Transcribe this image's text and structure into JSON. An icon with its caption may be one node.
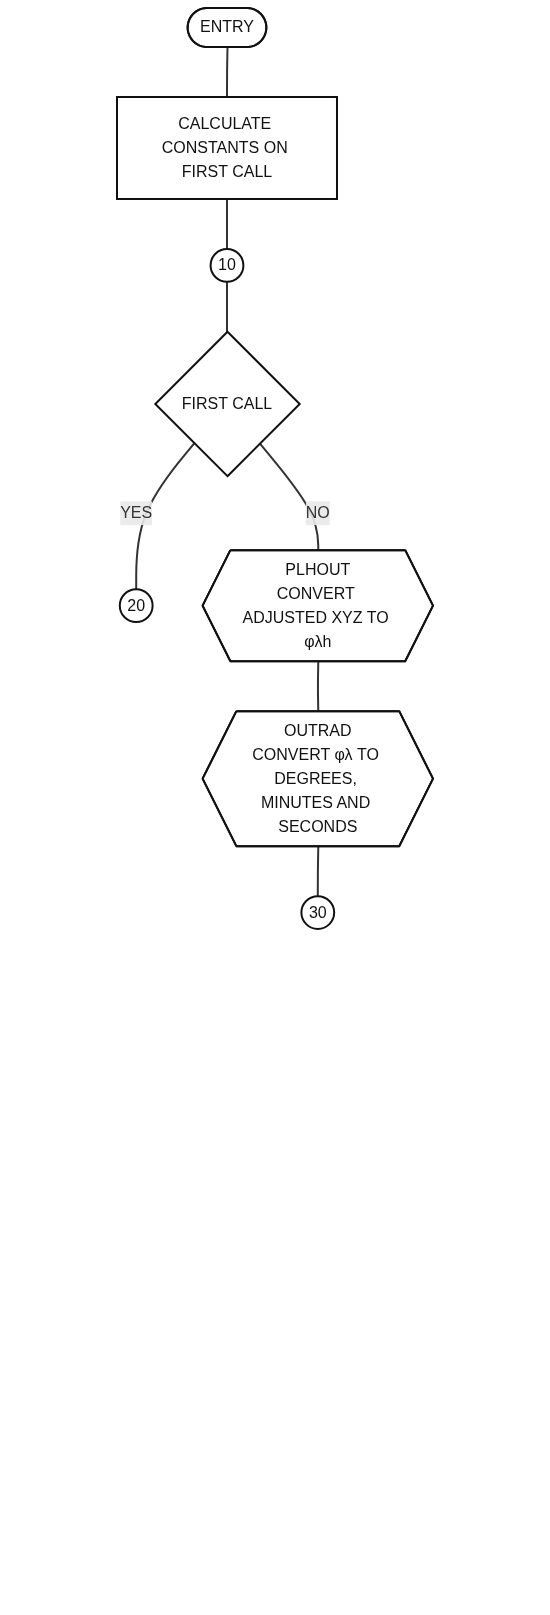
{
  "diagram": {
    "nodes": [
      {
        "text": [
          "ENTRY"
        ]
      },
      {
        "text": [
          "CALCULATE CONSTANTS ON FIRST CALL"
        ]
      },
      {
        "text": [
          "10"
        ]
      },
      {
        "text": [
          "FIRST CALL"
        ]
      },
      {
        "text": [
          "20"
        ]
      },
      {
        "text": [
          "PLHOUT",
          "CONVERT ADJUSTED XYZ TO φλh"
        ]
      },
      {
        "text": [
          "OUTRAD",
          "CONVERT φλ TO DEGREES, MINUTES AND SECONDS"
        ]
      },
      {
        "text": [
          "30"
        ]
      }
    ],
    "edges": [
      {
        "from": 0,
        "to": 1,
        "arrow": "none"
      },
      {
        "from": 1,
        "to": 2,
        "arrow": "none"
      },
      {
        "from": 2,
        "to": 3,
        "arrow": "none"
      },
      {
        "from": 3,
        "to": 4,
        "label": "YES",
        "arrow": "none"
      },
      {
        "from": 3,
        "to": 5,
        "label": "NO",
        "arrow": "none"
      },
      {
        "from": 5,
        "to": 6,
        "arrow": "none"
      },
      {
        "from": 6,
        "to": 7,
        "arrow": "none"
      }
    ]
  }
}
